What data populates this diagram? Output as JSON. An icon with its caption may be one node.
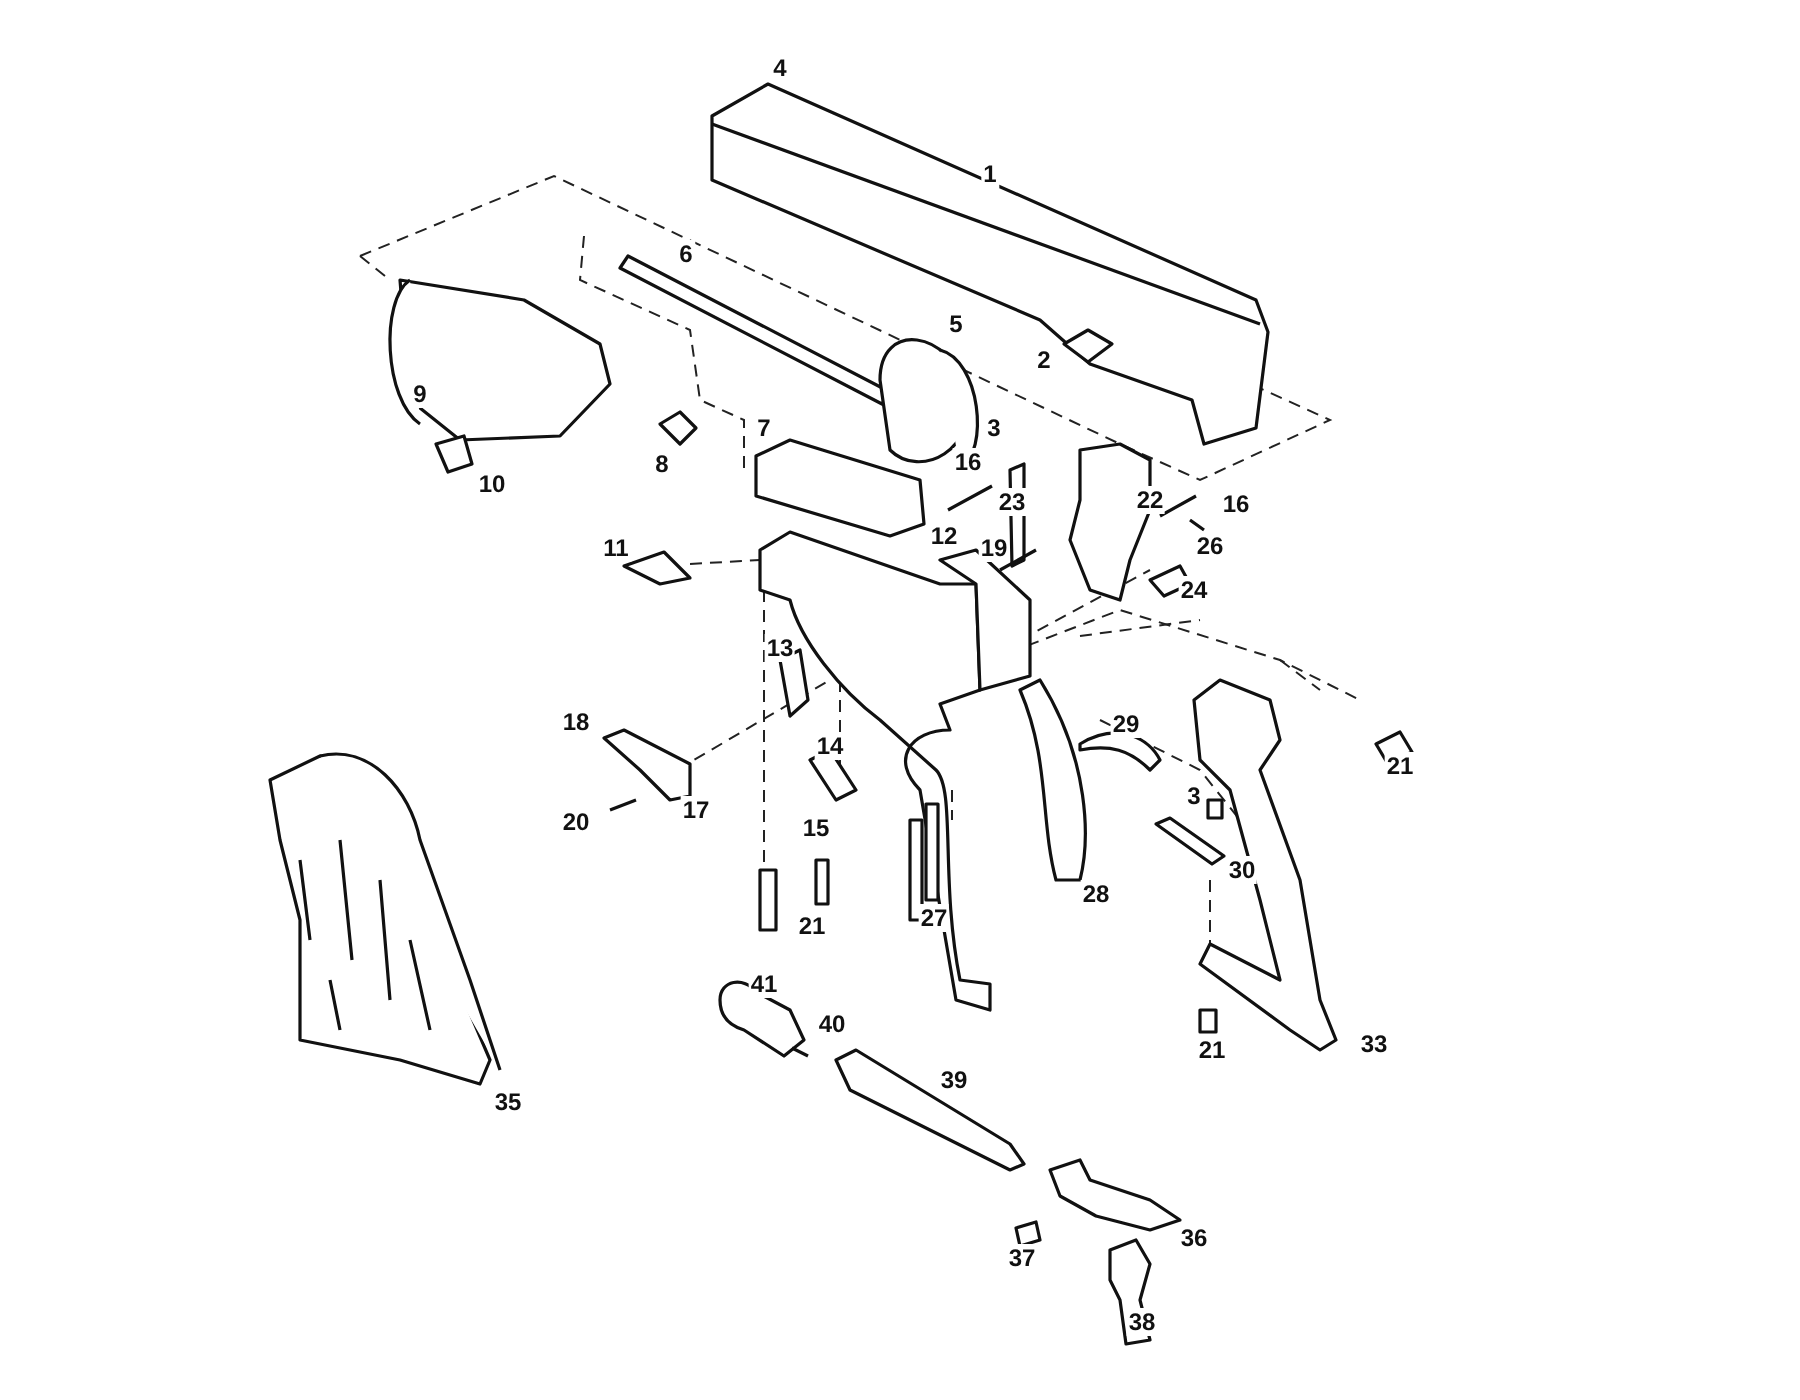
{
  "diagram": {
    "labels": [
      "4",
      "1",
      "6",
      "5",
      "2",
      "9",
      "3",
      "7",
      "16",
      "8",
      "10",
      "22",
      "23",
      "16",
      "12",
      "19",
      "26",
      "11",
      "24",
      "13",
      "18",
      "29",
      "14",
      "21",
      "17",
      "20",
      "3",
      "15",
      "30",
      "28",
      "27",
      "21",
      "41",
      "40",
      "33",
      "21",
      "39",
      "35",
      "36",
      "37",
      "38"
    ]
  }
}
